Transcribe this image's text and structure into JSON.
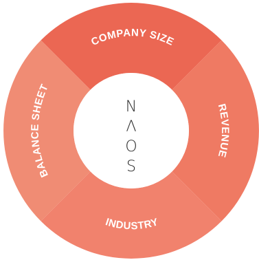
{
  "diagram": {
    "center_logo": {
      "letters": [
        "N",
        "Λ",
        "O",
        "S"
      ]
    },
    "segments": [
      {
        "label": "COMPANY SIZE",
        "color": "#eb6753"
      },
      {
        "label": "REVENUE",
        "color": "#ef7a63"
      },
      {
        "label": "INDUSTRY",
        "color": "#f1826d"
      },
      {
        "label": "BALANCE SHEET",
        "color": "#f08c74"
      }
    ],
    "center_color": "#ffffff"
  }
}
